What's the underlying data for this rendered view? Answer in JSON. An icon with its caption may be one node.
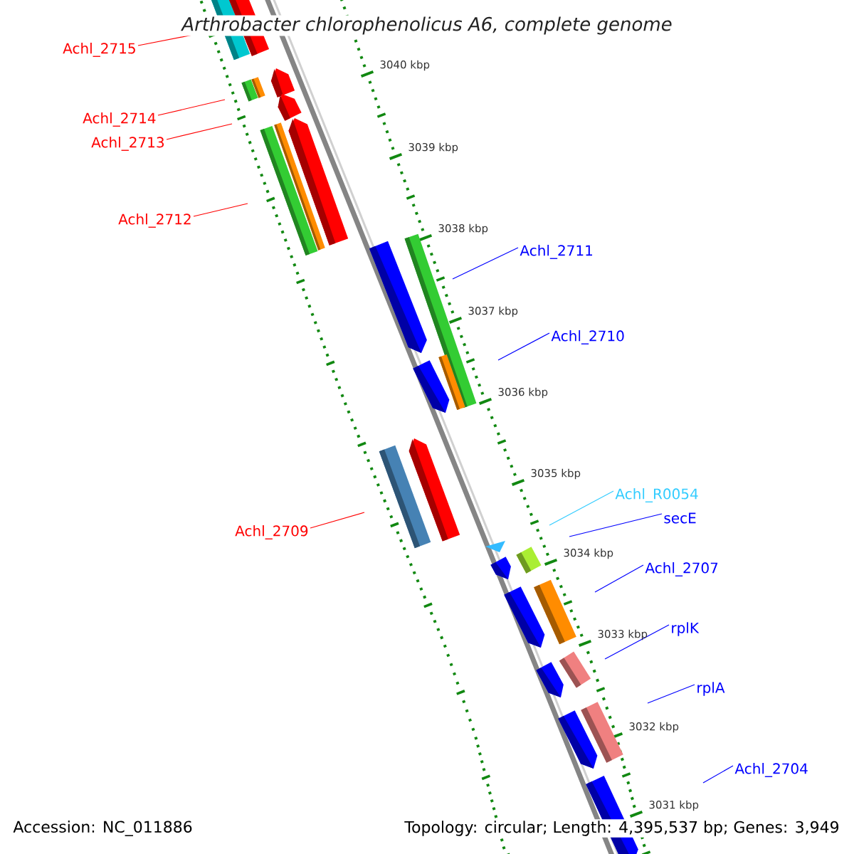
{
  "diagram": {
    "title": "Arthrobacter chlorophenolicus A6, complete genome",
    "nodes": [
      {
        "text": [
          "Achl_2715"
        ]
      },
      {
        "text": [
          "Achl_2714"
        ]
      },
      {
        "text": [
          "Achl_2713"
        ]
      },
      {
        "text": [
          "Achl_2712"
        ]
      },
      {
        "text": [
          "Achl_2711"
        ]
      },
      {
        "text": [
          "Achl_2710"
        ]
      },
      {
        "text": [
          "Achl_R0054"
        ]
      },
      {
        "text": [
          "secE"
        ]
      },
      {
        "text": [
          "Achl_2709"
        ]
      },
      {
        "text": [
          "Achl_2707"
        ]
      },
      {
        "text": [
          "rplK"
        ]
      },
      {
        "text": [
          "rplA"
        ]
      },
      {
        "text": [
          "Achl_2704"
        ]
      }
    ],
    "edges": [
      {
        "from": 0,
        "to": null,
        "arrow": "none",
        "color": "#ff0000"
      },
      {
        "from": 1,
        "to": null,
        "arrow": "none",
        "color": "#ff0000"
      },
      {
        "from": 2,
        "to": null,
        "arrow": "none",
        "color": "#ff0000"
      },
      {
        "from": 3,
        "to": null,
        "arrow": "none",
        "color": "#ff0000"
      },
      {
        "from": 4,
        "to": null,
        "arrow": "none"
      },
      {
        "from": 5,
        "to": null,
        "arrow": "none"
      },
      {
        "from": 6,
        "to": null,
        "arrow": "none",
        "color": "#33ccff"
      },
      {
        "from": 7,
        "to": null,
        "arrow": "none"
      },
      {
        "from": 8,
        "to": null,
        "arrow": "none",
        "color": "#ff0000"
      },
      {
        "from": 9,
        "to": null,
        "arrow": "none"
      },
      {
        "from": 10,
        "to": null,
        "arrow": "none"
      },
      {
        "from": 11,
        "to": null,
        "arrow": "none"
      },
      {
        "from": 12,
        "to": null,
        "arrow": "none"
      }
    ],
    "labels": [
      "3040 kbp",
      "3039 kbp",
      "3038 kbp",
      "3037 kbp",
      "3036 kbp",
      "3035 kbp",
      "3034 kbp",
      "3033 kbp",
      "3032 kbp",
      "3031 kbp",
      "Accession: NC_011886",
      "Topology: circular; Length: 4,395,537 bp; Genes: 3,949"
    ]
  }
}
